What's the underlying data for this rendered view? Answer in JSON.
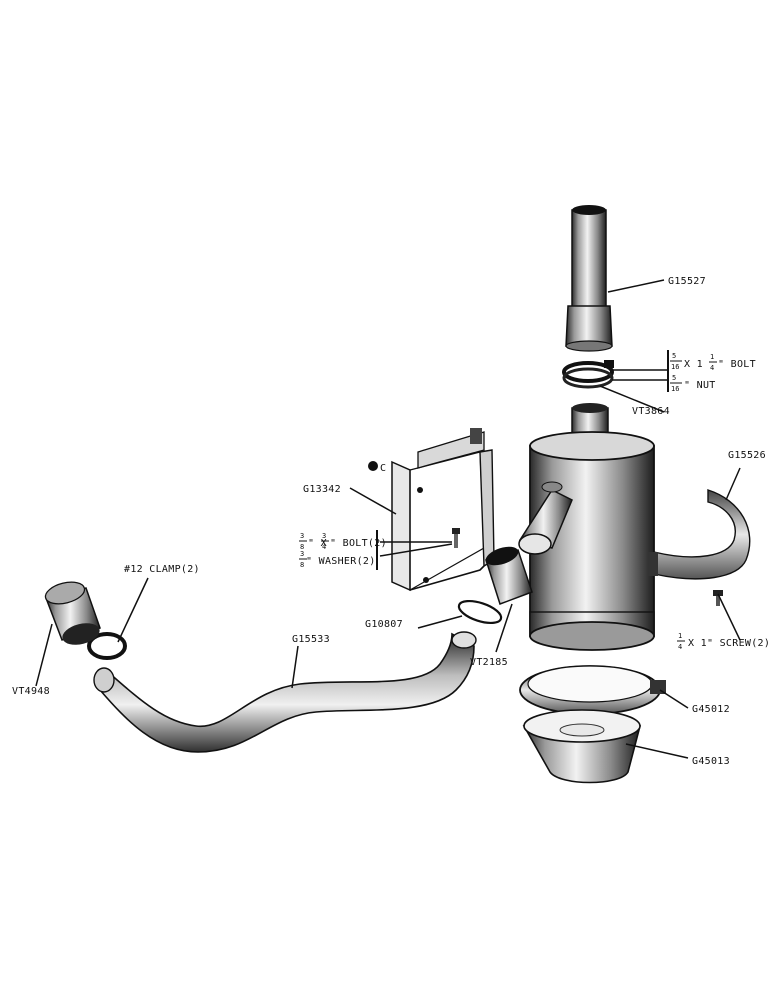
{
  "diagram": {
    "type": "exploded parts diagram",
    "parts": {
      "G15527": "G15527",
      "VT3864": "VT3864",
      "G15526": "G15526",
      "G13342": "G13342",
      "G10807": "G10807",
      "G15533": "G15533",
      "VT2185": "VT2185",
      "VT4948": "VT4948",
      "G45012": "G45012",
      "G45013": "G45013"
    },
    "hardware": {
      "bolt_5_16": {
        "num": "5",
        "den": "16",
        "mid": "X 1",
        "num2": "1",
        "den2": "4",
        "tail": "\" BOLT"
      },
      "nut_5_16": {
        "num": "5",
        "den": "16",
        "tail": "\" NUT"
      },
      "bolt_3_8": {
        "num": "3",
        "den": "8",
        "mid": "\" X",
        "num2": "3",
        "den2": "4",
        "tail": "\" BOLT(2)"
      },
      "washer_3_8": {
        "num": "3",
        "den": "8",
        "tail": "\" WASHER(2)"
      },
      "clamp_12": "#12 CLAMP(2)",
      "screw_1_4": {
        "num": "1",
        "den": "4",
        "tail": "X 1\" SCREW(2)"
      },
      "small_mark": "C"
    }
  }
}
